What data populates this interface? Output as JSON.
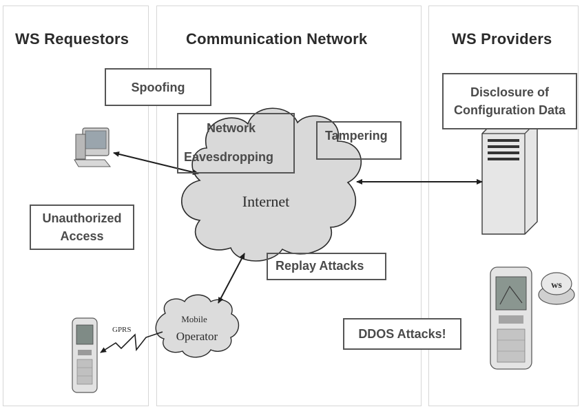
{
  "lanes": {
    "requestors": "WS Requestors",
    "network": "Communication Network",
    "providers": "WS Providers"
  },
  "threats": {
    "spoofing": "Spoofing",
    "eavesdropping_line1": "Network",
    "eavesdropping_line2": "Eavesdropping",
    "tampering": "Tampering",
    "disclosure_line1": "Disclosure of",
    "disclosure_line2": "Configuration Data",
    "unauthorized_line1": "Unauthorized",
    "unauthorized_line2": "Access",
    "replay": "Replay Attacks",
    "ddos": "DDOS Attacks!"
  },
  "network": {
    "internet": "Internet",
    "mobile_line1": "Mobile",
    "mobile_line2": "Operator",
    "gprs": "GPRS",
    "badge": "ws"
  },
  "colors": {
    "cloud_fill": "#d9d9d9",
    "stroke": "#2a2a2a"
  }
}
